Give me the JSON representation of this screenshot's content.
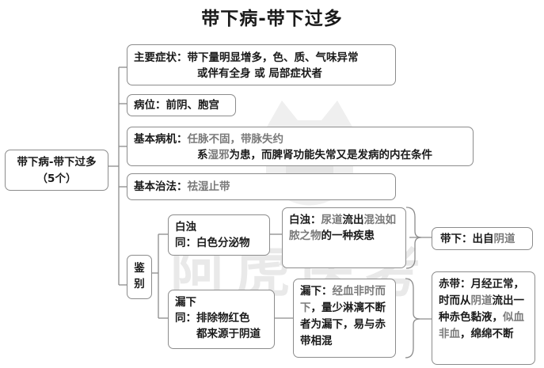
{
  "title": "带下病-带下过多",
  "root": {
    "line1": "带下病-带下过多",
    "line2": "（5个）"
  },
  "main_symptom": {
    "label": "主要症状：",
    "line1": "带下量明显增多，色、质、气味异常",
    "line2": "或伴有全身 或 局部症状者"
  },
  "location": {
    "label": "病位：",
    "text": "前阴、胞宫"
  },
  "pathogenesis": {
    "label": "基本病机：",
    "line1_grey": "任脉不固，带脉失约",
    "line2_pre": "系",
    "line2_grey": "湿邪",
    "line2_post": "为患，而脾肾功能失常又是发病的内在条件"
  },
  "treatment": {
    "label": "基本治法：",
    "text": "祛湿止带"
  },
  "differentiation": {
    "label_1": "鉴",
    "label_2": "别"
  },
  "baizhuo": {
    "title": "白浊",
    "same": "同：白色分泌物",
    "detail_label": "白浊：",
    "detail_grey1": "尿道",
    "detail_mid1": "流出",
    "detail_grey2": "混浊如脓之物",
    "detail_mid2": "的一种疾患"
  },
  "daixia": {
    "label": "带下：",
    "pre": "出自",
    "grey": "阴道"
  },
  "louxia": {
    "title": "漏下",
    "same_1": "同：排除物红色",
    "same_2": "都来源于阴道",
    "detail_label": "漏下：",
    "detail_grey": "经血非时而下",
    "detail_rest": "，量少淋漓不断者为漏下，易与赤带相混"
  },
  "chidai": {
    "label": "赤带：",
    "seg1": "月经正常，时而从",
    "grey1": "阴道",
    "seg2": "流出一种赤色黏液，",
    "grey2": "似血非血",
    "seg3": "，绵绵不断"
  },
  "watermark": {
    "text": "阿虎医考"
  },
  "colors": {
    "border": "#8c8c8c",
    "grey_text": "#7a7a7a",
    "watermark": "#e9e9e9"
  }
}
